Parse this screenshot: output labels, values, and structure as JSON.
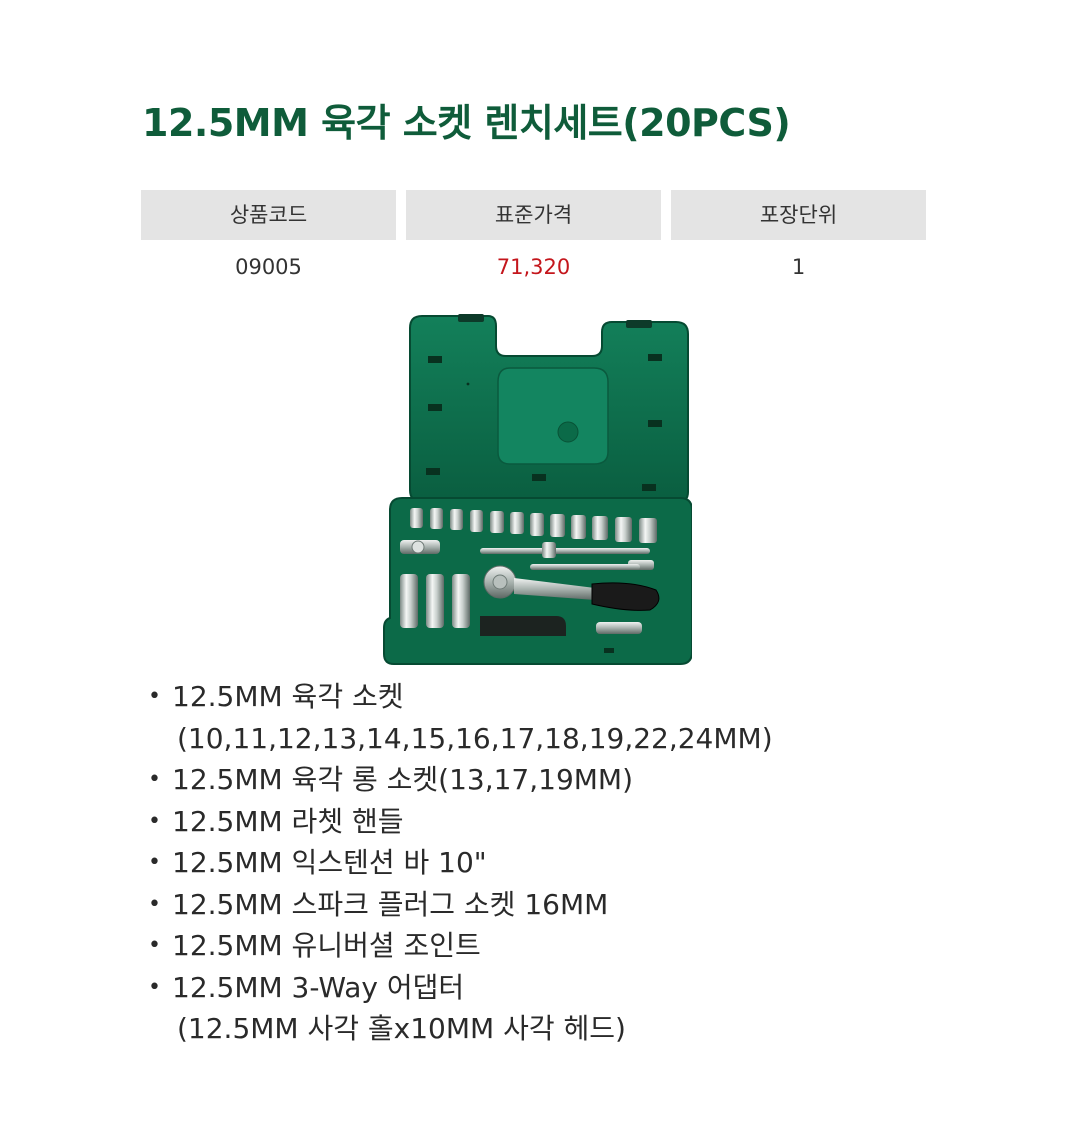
{
  "title": "12.5MM 육각 소켓 렌치세트(20PCS)",
  "table": {
    "headers": [
      "상품코드",
      "표준가격",
      "포장단위"
    ],
    "values": [
      "09005",
      "71,320",
      "1"
    ]
  },
  "colors": {
    "title": "#0f5c3a",
    "price": "#c4161c",
    "case_green": "#0e6e4c",
    "header_bg": "#e4e4e4"
  },
  "features": [
    {
      "line1": "12.5MM  육각 소켓",
      "line2": "(10,11,12,13,14,15,16,17,18,19,22,24MM)"
    },
    {
      "line1": "12.5MM  육각 롱 소켓(13,17,19MM)"
    },
    {
      "line1": "12.5MM  라쳇 핸들"
    },
    {
      "line1": "12.5MM  익스텐션 바 10\""
    },
    {
      "line1": "12.5MM  스파크 플러그 소켓 16MM"
    },
    {
      "line1": "12.5MM  유니버셜 조인트"
    },
    {
      "line1": "12.5MM  3-Way 어댑터",
      "line2": "(12.5MM 사각 홀x10MM 사각 헤드)"
    }
  ]
}
